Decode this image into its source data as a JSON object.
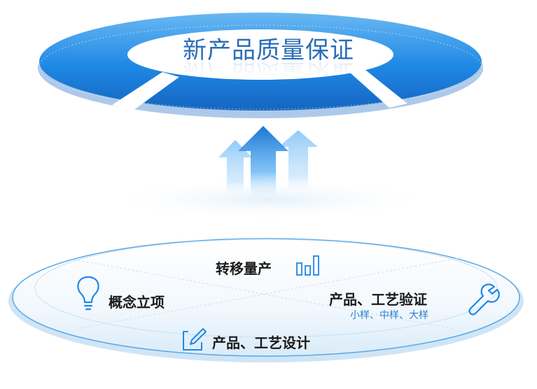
{
  "title": "新产品质量保证",
  "stages": {
    "concept": "概念立项",
    "design": "产品、工艺设计",
    "validation": "产品、工艺验证",
    "validation_sub": "小样、中样、大样",
    "mass_production": "转移量产"
  },
  "icons": {
    "concept": "lightbulb-icon",
    "design": "edit-icon",
    "validation": "wrench-icon",
    "mass_production": "bar-chart-icon"
  },
  "colors": {
    "accent": "#1e88e5",
    "accent_dark": "#1565c0",
    "title_text": "#2a6db8",
    "sub_text": "#2a7fd0",
    "ring_light": "#d8ebf8",
    "ring_edge": "#5aa9e6"
  }
}
